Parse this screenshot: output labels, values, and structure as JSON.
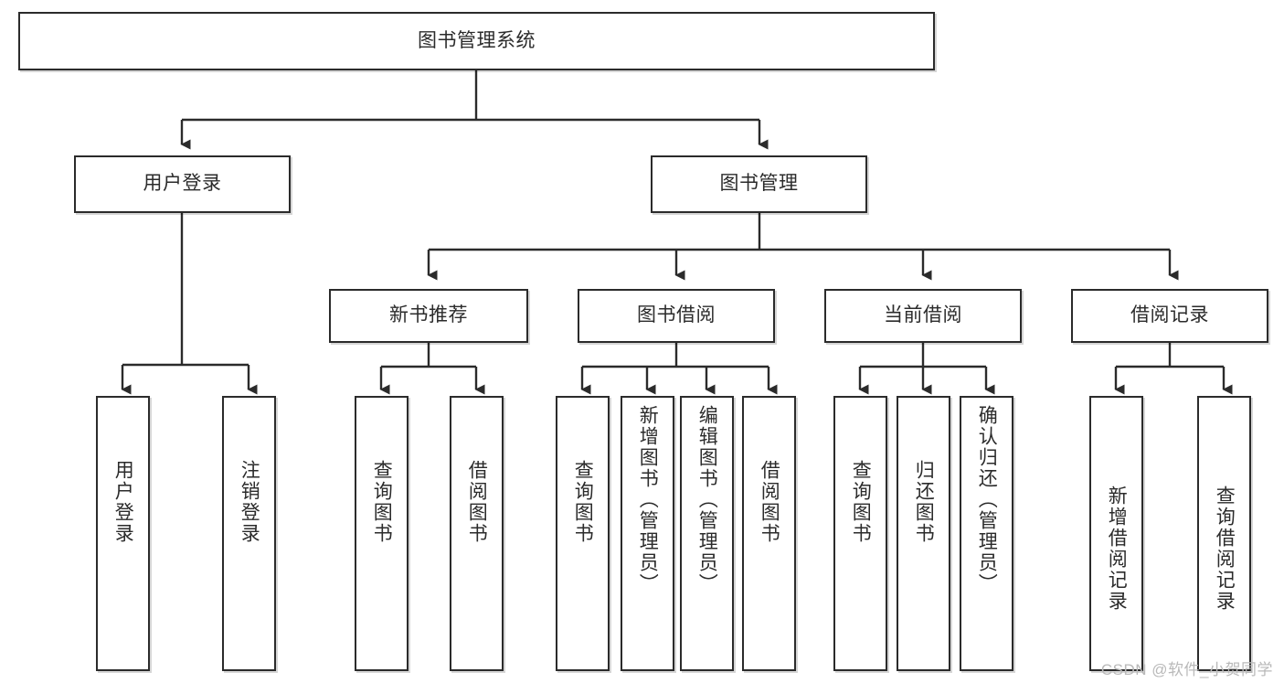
{
  "diagram": {
    "type": "tree",
    "title": "图书管理系统",
    "watermark": "CSDN @软件_小贺同学",
    "colors": {
      "box_border": "#2b2b2b",
      "box_fill": "#ffffff",
      "connector": "#2b2b2b",
      "watermark": "#b9b9b9"
    },
    "nodes": {
      "root": {
        "label": "图书管理系统"
      },
      "level2": [
        {
          "label": "用户登录"
        },
        {
          "label": "图书管理"
        }
      ],
      "level3": [
        {
          "label": "新书推荐"
        },
        {
          "label": "图书借阅"
        },
        {
          "label": "当前借阅"
        },
        {
          "label": "借阅记录"
        }
      ],
      "leaves": {
        "user_login": [
          {
            "label": "用户登录"
          },
          {
            "label": "注销登录"
          }
        ],
        "new_book": [
          {
            "label": "查询图书"
          },
          {
            "label": "借阅图书"
          }
        ],
        "book_borrow": [
          {
            "label": "查询图书"
          },
          {
            "label": "新增图书（管理员）"
          },
          {
            "label": "编辑图书（管理员）"
          },
          {
            "label": "借阅图书"
          }
        ],
        "current_borrow": [
          {
            "label": "查询图书"
          },
          {
            "label": "归还图书"
          },
          {
            "label": "确认归还（管理员）"
          }
        ],
        "borrow_record": [
          {
            "label": "新增借阅记录"
          },
          {
            "label": "查询借阅记录"
          }
        ]
      }
    }
  }
}
